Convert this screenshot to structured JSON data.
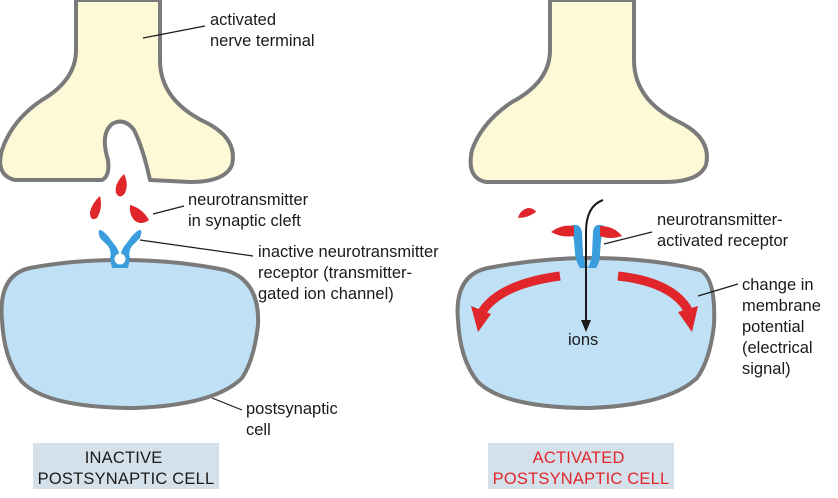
{
  "labels": {
    "activated_nerve_terminal": [
      "activated",
      "nerve terminal"
    ],
    "neurotransmitter_cleft": [
      "neurotransmitter",
      "in synaptic cleft"
    ],
    "inactive_receptor": [
      "inactive neurotransmitter",
      "receptor (transmitter-",
      "gated ion channel)"
    ],
    "postsynaptic_cell": [
      "postsynaptic",
      "cell"
    ],
    "activated_receptor": [
      "neurotransmitter-",
      "activated receptor"
    ],
    "membrane_change": [
      "change in",
      "membrane",
      "potential",
      "(electrical",
      "signal)"
    ],
    "ions": "ions"
  },
  "captions": {
    "inactive": [
      "INACTIVE",
      "POSTSYNAPTIC CELL"
    ],
    "activated": [
      "ACTIVATED",
      "POSTSYNAPTIC CELL"
    ]
  },
  "colors": {
    "terminal_fill": "#fdf8d6",
    "cell_fill": "#bfe0f5",
    "outline": "#7a7a7a",
    "neurotransmitter": "#e0262b",
    "receptor": "#3a9ede",
    "caption_bg": "#d5e1ea",
    "caption_inactive_text": "#1a1a1a",
    "caption_activated_text": "#e0262b"
  }
}
